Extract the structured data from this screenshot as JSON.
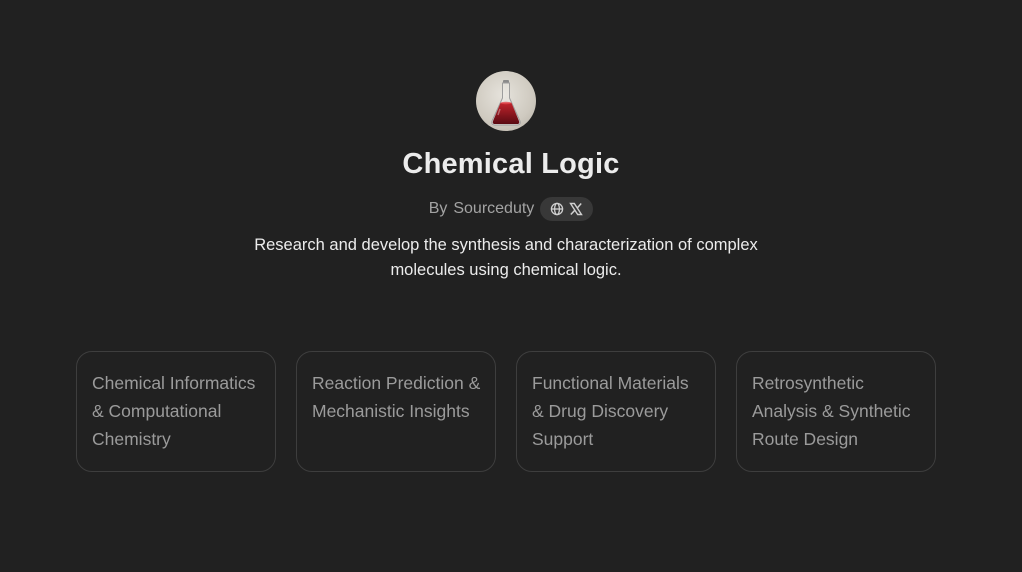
{
  "gpt": {
    "name": "Chemical Logic",
    "author_prefix": "By",
    "author": "Sourceduty",
    "description": "Research and develop the synthesis and characterization of complex molecules using chemical logic."
  },
  "social": {
    "icons": [
      "globe-icon",
      "x-logo-icon"
    ]
  },
  "avatar": {
    "icon": "flask-icon"
  },
  "starters": [
    "Chemical Informatics & Computational Chemistry",
    "Reaction Prediction & Mechanistic Insights",
    "Functional Materials & Drug Discovery Support",
    "Retrosynthetic Analysis & Synthetic Route Design"
  ],
  "colors": {
    "background": "#212121",
    "text_primary": "#ececec",
    "text_secondary": "#a3a3a3",
    "card_border": "#3e3e3e"
  }
}
